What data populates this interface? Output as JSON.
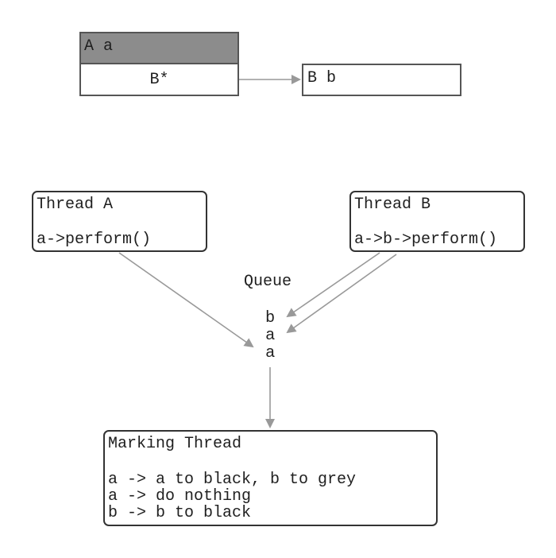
{
  "class_a": {
    "title": "A a",
    "field": "B*"
  },
  "class_b": {
    "title": "B b"
  },
  "thread_a": {
    "title": "Thread A",
    "call": "a->perform()"
  },
  "thread_b": {
    "title": "Thread B",
    "call": "a->b->perform()"
  },
  "queue": {
    "label": "Queue",
    "items": [
      "b",
      "a",
      "a"
    ]
  },
  "marking_thread": {
    "title": "Marking Thread",
    "steps": [
      "a -> a to black, b to grey",
      "a -> do nothing",
      "b -> b to black"
    ]
  },
  "colors": {
    "header_fill": "#8c8c8c",
    "arrow": "#999999",
    "box_border": "#333333"
  }
}
